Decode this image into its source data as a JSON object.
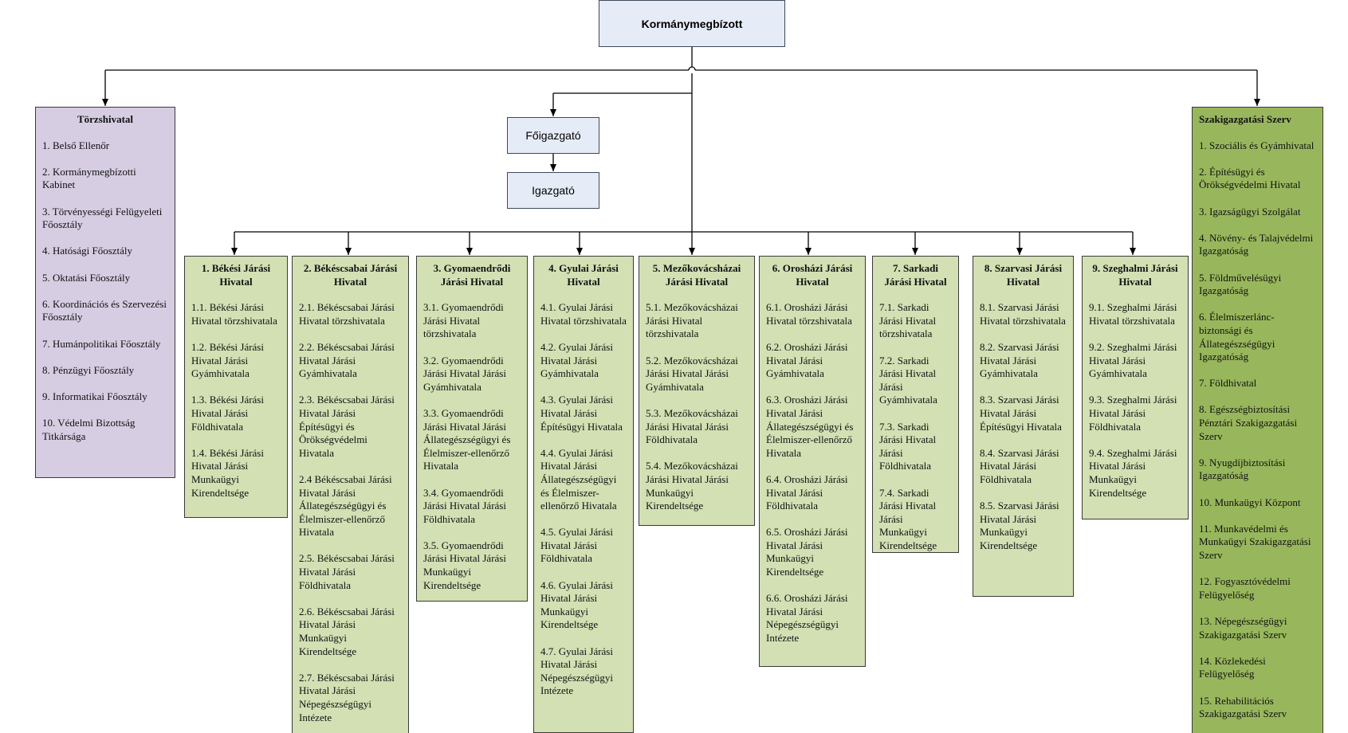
{
  "colors": {
    "header_box_fill": "#e6ecf7",
    "torzshivatal_fill": "#d6cde2",
    "jarasi_fill": "#d2e0b3",
    "szakigazgatasi_fill": "#98b75c",
    "connector": "#000000"
  },
  "header": {
    "kormanymegbizott": "Kormánymegbízott",
    "foigazgato": "Főigazgató",
    "igazgato": "Igazgató"
  },
  "torzshivatal": {
    "title": "Törzshivatal",
    "items": [
      "1. Belső Ellenőr",
      "2. Kormánymegbízotti Kabinet",
      "3. Törvényességi Felügyeleti Főosztály",
      "4. Hatósági Főosztály",
      "5. Oktatási Főosztály",
      "6. Koordinációs és Szervezési Főosztály",
      "7. Humánpolitikai Főosztály",
      "8. Pénzügyi Főosztály",
      "9. Informatikai Főosztály",
      "10. Védelmi Bizottság Titkársága"
    ]
  },
  "jarasi": [
    {
      "title": "1. Békési Járási Hivatal",
      "items": [
        "1.1. Békési Járási Hivatal törzshivatala",
        "1.2. Békési Járási Hivatal Járási Gyámhivatala",
        "1.3. Békési Járási Hivatal Járási Földhivatala",
        "1.4. Békési Járási Hivatal Járási Munkaügyi Kirendeltsége"
      ]
    },
    {
      "title": "2. Békéscsabai Járási Hivatal",
      "items": [
        "2.1. Békéscsabai Járási Hivatal törzshivatala",
        "2.2. Békéscsabai Járási Hivatal Járási Gyámhivatala",
        "2.3. Békéscsabai Járási Hivatal Járási Építésügyi és Örökségvédelmi Hivatala",
        "2.4 Békéscsabai Járási Hivatal Járási Állategészségügyi és Élelmiszer-ellenőrző Hivatala",
        "2.5. Békéscsabai Járási Hivatal Járási Földhivatala",
        "2.6. Békéscsabai Járási Hivatal Járási Munkaügyi Kirendeltsége",
        "2.7. Békéscsabai Járási Hivatal Járási Népegészségügyi Intézete"
      ]
    },
    {
      "title": "3. Gyomaendrődi Járási Hivatal",
      "items": [
        "3.1. Gyomaendrődi Járási Hivatal törzshivatala",
        "3.2. Gyomaendrődi Járási Hivatal Járási Gyámhivatala",
        "3.3. Gyomaendrődi Járási Hivatal Járási Állategészségügyi és Élelmiszer-ellenőrző Hivatala",
        "3.4. Gyomaendrődi Járási Hivatal Járási Földhivatala",
        "3.5. Gyomaendrődi Járási Hivatal Járási Munkaügyi Kirendeltsége"
      ]
    },
    {
      "title": "4. Gyulai Járási Hivatal",
      "items": [
        "4.1. Gyulai Járási Hivatal törzshivatala",
        "4.2. Gyulai Járási Hivatal Járási Gyámhivatala",
        "4.3. Gyulai Járási Hivatal Járási Építésügyi Hivatala",
        "4.4. Gyulai Járási Hivatal Járási Állategészségügyi és Élelmiszer-ellenőrző Hivatala",
        "4.5. Gyulai Járási Hivatal Járási Földhivatala",
        "4.6. Gyulai Járási Hivatal Járási Munkaügyi Kirendeltsége",
        "4.7. Gyulai Járási Hivatal Járási Népegészségügyi Intézete"
      ]
    },
    {
      "title": "5. Mezőkovácsházai Járási Hivatal",
      "items": [
        "5.1. Mezőkovácsházai Járási Hivatal törzshivatala",
        "5.2. Mezőkovácsházai Járási Hivatal Járási Gyámhivatala",
        "5.3. Mezőkovácsházai Járási Hivatal Járási Földhivatala",
        "5.4. Mezőkovácsházai Járási Hivatal Járási Munkaügyi Kirendeltsége"
      ]
    },
    {
      "title": "6. Orosházi Járási Hivatal",
      "items": [
        "6.1. Orosházi Járási Hivatal törzshivatala",
        "6.2. Orosházi Járási Hivatal Járási Gyámhivatala",
        "6.3. Orosházi Járási Hivatal Járási Állategészségügyi és Élelmiszer-ellenőrző Hivatala",
        "6.4. Orosházi Járási Hivatal Járási Földhivatala",
        "6.5. Orosházi Járási Hivatal Járási Munkaügyi Kirendeltsége",
        "6.6. Orosházi Járási Hivatal Járási Népegészségügyi Intézete"
      ]
    },
    {
      "title": "7. Sarkadi Járási Hivatal",
      "items": [
        "7.1. Sarkadi Járási Hivatal törzshivatala",
        "7.2. Sarkadi Járási Hivatal Járási Gyámhivatala",
        "7.3. Sarkadi Járási Hivatal Járási Földhivatala",
        "7.4. Sarkadi Járási Hivatal Járási Munkaügyi Kirendeltsége"
      ]
    },
    {
      "title": "8. Szarvasi Járási Hivatal",
      "items": [
        "8.1. Szarvasi Járási Hivatal törzshivatala",
        "8.2. Szarvasi Járási Hivatal Járási Gyámhivatala",
        "8.3. Szarvasi Járási Hivatal Járási Építésügyi Hivatala",
        "8.4. Szarvasi Járási Hivatal Járási Földhivatala",
        "8.5. Szarvasi Járási Hivatal Járási Munkaügyi Kirendeltsége"
      ]
    },
    {
      "title": "9. Szeghalmi Járási Hivatal",
      "items": [
        "9.1. Szeghalmi Járási Hivatal törzshivatala",
        "9.2. Szeghalmi Járási Hivatal Járási Gyámhivatala",
        "9.3. Szeghalmi Járási Hivatal Járási Földhivatala",
        "9.4. Szeghalmi Járási Hivatal Járási Munkaügyi Kirendeltsége"
      ]
    }
  ],
  "szakigazgatasi": {
    "title": "Szakigazgatási Szerv",
    "items": [
      "1. Szociális és Gyámhivatal",
      "2. Építésügyi és Örökségvédelmi Hivatal",
      "3. Igazságügyi Szolgálat",
      "4. Növény- és Talajvédelmi Igazgatóság",
      "5. Földművelésügyi Igazgatóság",
      "6. Élelmiszerlánc-biztonsági és Állategészségügyi Igazgatóság",
      "7. Földhivatal",
      "8. Egészségbiztosítási Pénztári Szakigazgatási Szerv",
      "9. Nyugdíjbiztosítási Igazgatóság",
      "10. Munkaügyi Központ",
      "11. Munkavédelmi és Munkaügyi Szakigazgatási Szerv",
      "12. Fogyasztóvédelmi Felügyelőség",
      "13. Népegészségügyi Szakigazgatási Szerv",
      "14. Közlekedési Felügyelőség",
      "15. Rehabilitációs Szakigazgatási Szerv"
    ]
  }
}
